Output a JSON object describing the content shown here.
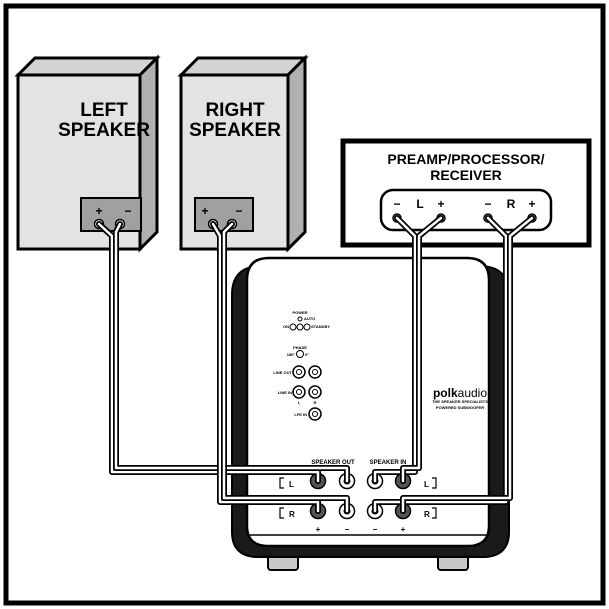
{
  "left_speaker": {
    "line1": "LEFT",
    "line2": "SPEAKER",
    "plus": "+",
    "minus": "−"
  },
  "right_speaker": {
    "line1": "RIGHT",
    "line2": "SPEAKER",
    "plus": "+",
    "minus": "−"
  },
  "receiver": {
    "title_line1": "PREAMP/PROCESSOR/",
    "title_line2": "RECEIVER",
    "terminals": [
      "−",
      "L",
      "+",
      "−",
      "R",
      "+"
    ]
  },
  "subwoofer": {
    "brand_bold": "polk",
    "brand_light": "audio",
    "brand_tag": "THE SPEAKER SPECIALISTS",
    "model": "POWERED SUBWOOFER",
    "power_label": "POWER",
    "power_auto": "AUTO",
    "power_on": "ON",
    "power_standby": "STANDBY",
    "phase_label": "PHASE",
    "phase_0": "0°",
    "phase_180": "180°",
    "line_out": "LINE OUT",
    "line_in": "LINE IN",
    "ch_l": "L",
    "ch_r": "R",
    "lfe_in": "LFE IN",
    "speaker_out": "SPEAKER OUT",
    "speaker_in": "SPEAKER IN",
    "out_l": "L",
    "out_r": "R",
    "in_l": "L",
    "in_r": "R",
    "out_plus": "+",
    "out_minus": "−",
    "in_minus": "−",
    "in_plus": "+"
  }
}
